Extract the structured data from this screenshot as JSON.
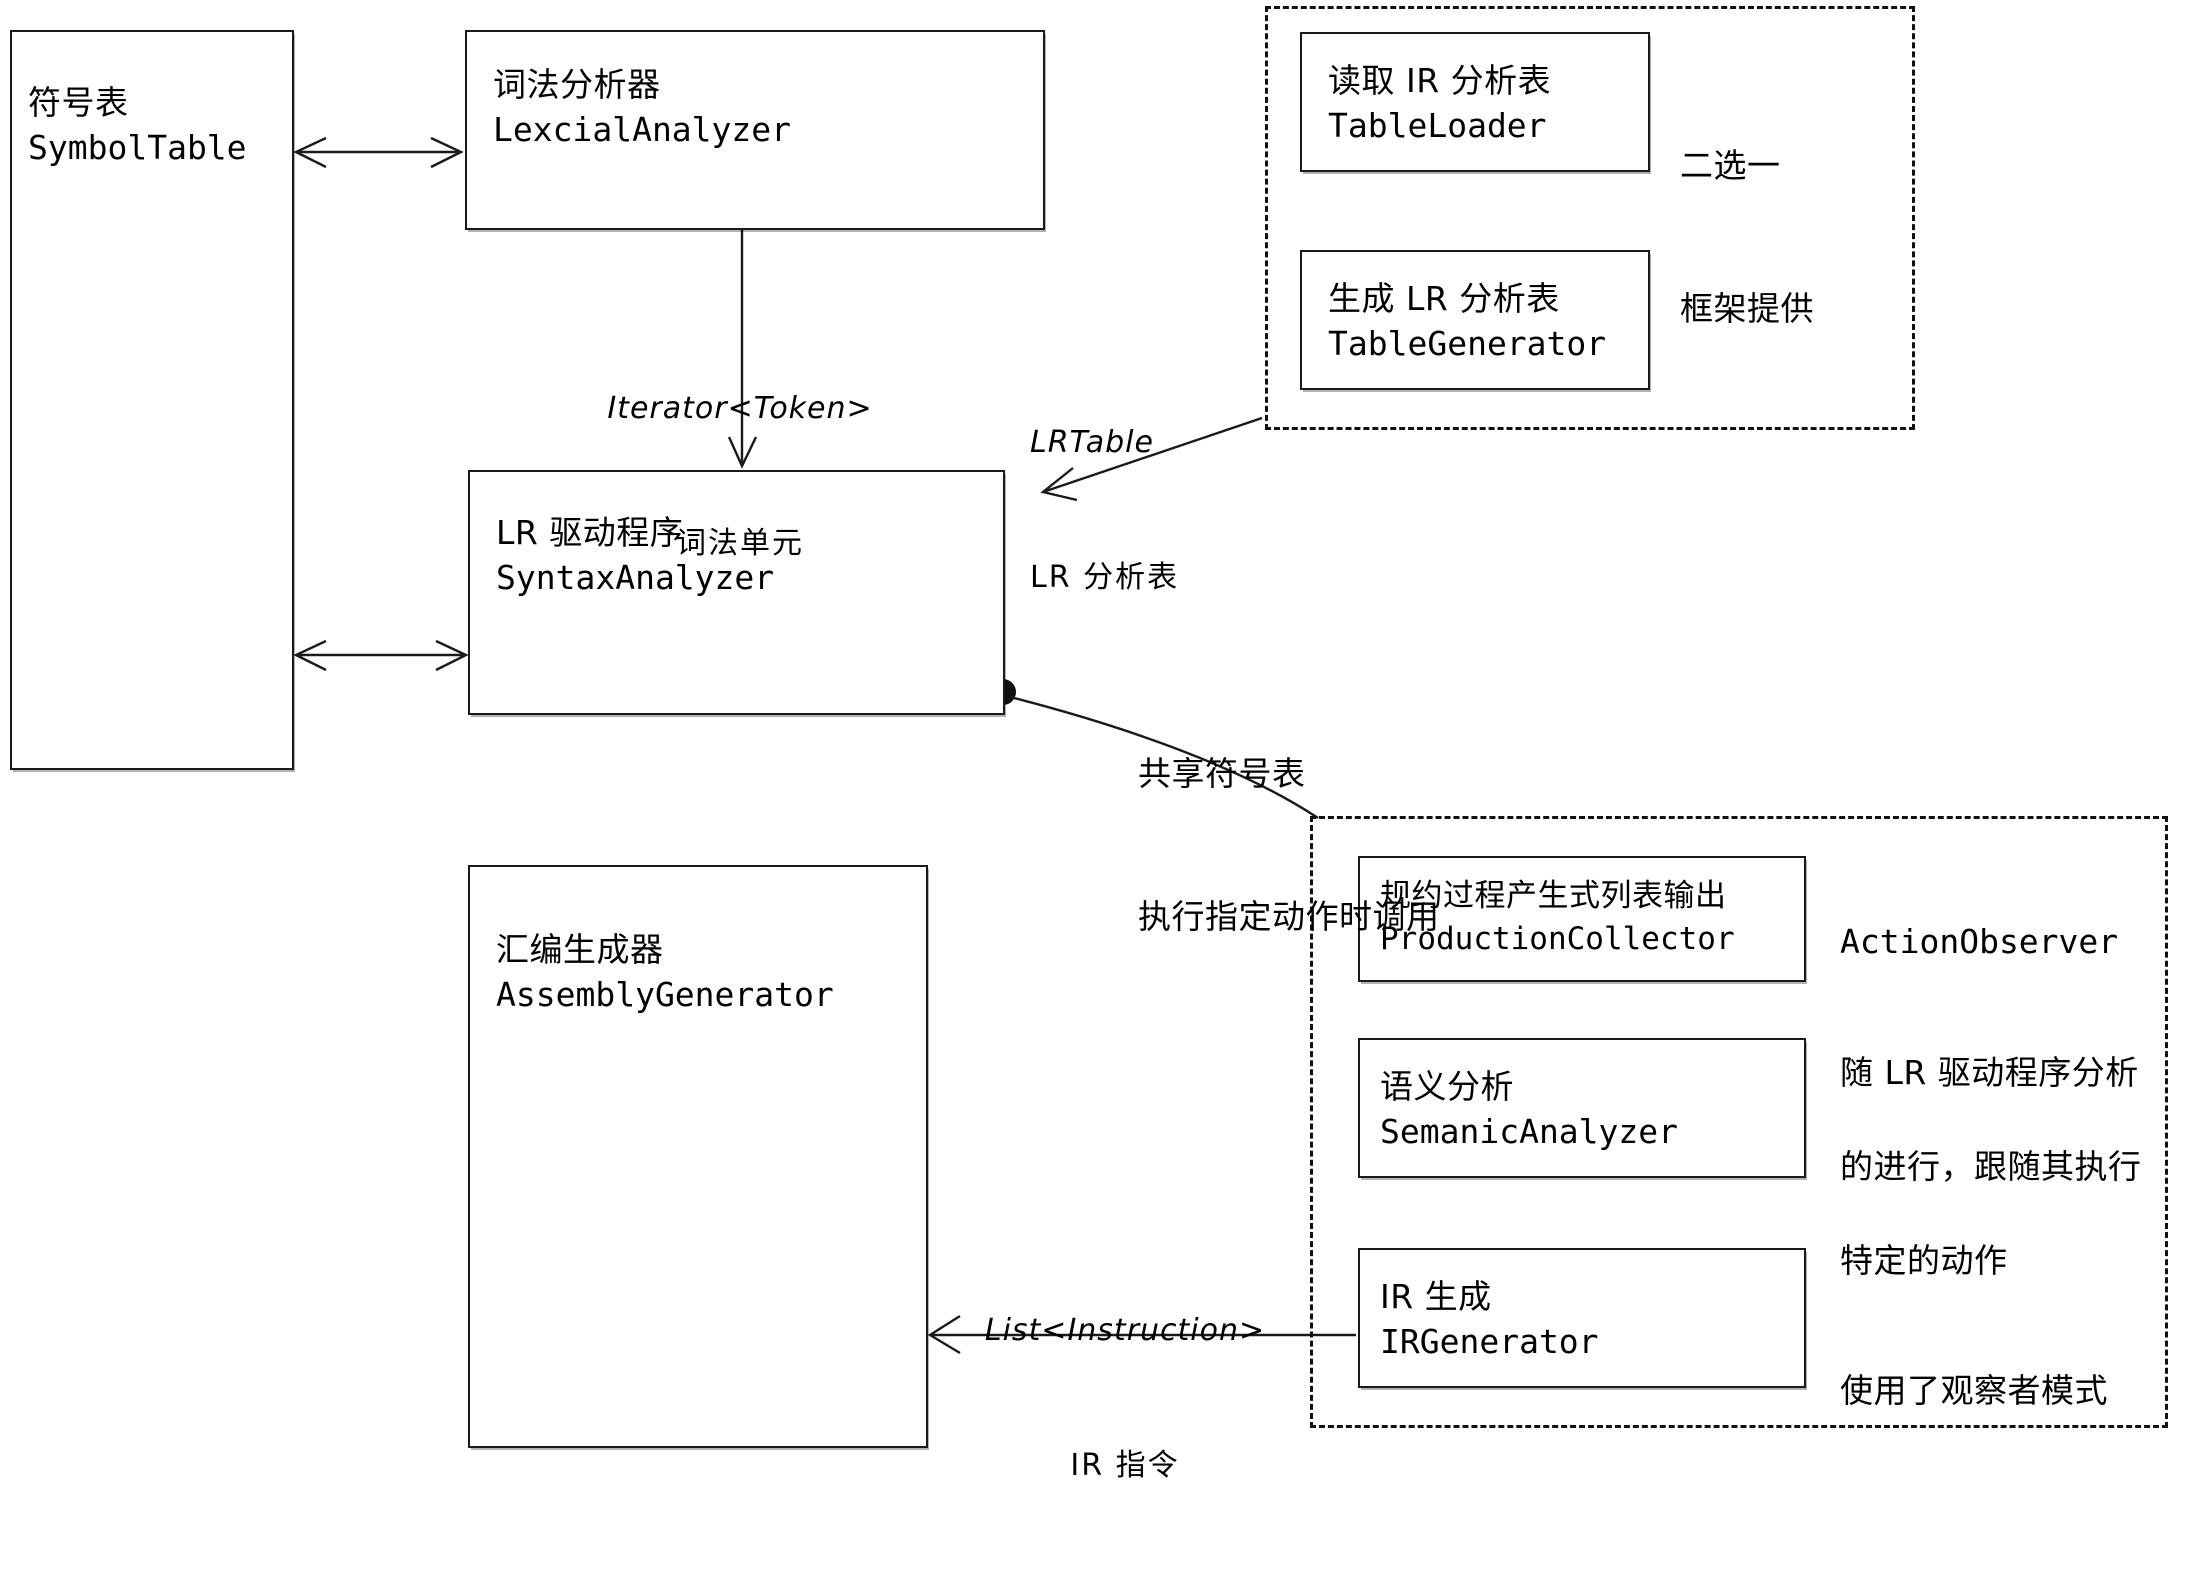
{
  "diagram": {
    "title": "Compiler pipeline architecture",
    "stroke_color": "#1a1a1a",
    "background": "#ffffff"
  },
  "boxes": {
    "symbol_table": {
      "zh": "符号表",
      "en": "SymbolTable"
    },
    "lexical_analyzer": {
      "zh": "词法分析器",
      "en": "LexcialAnalyzer"
    },
    "syntax_analyzer": {
      "zh": "LR 驱动程序",
      "en": "SyntaxAnalyzer"
    },
    "assembly_generator": {
      "zh": "汇编生成器",
      "en": "AssemblyGenerator"
    },
    "table_loader": {
      "zh": "读取 IR 分析表",
      "en": "TableLoader"
    },
    "table_generator": {
      "zh": "生成 LR 分析表",
      "en": "TableGenerator"
    },
    "production_collector": {
      "zh": "规约过程产生式列表输出",
      "en": "ProductionCollector"
    },
    "semantic_analyzer": {
      "zh": "语义分析",
      "en": "SemanicAnalyzer"
    },
    "ir_generator": {
      "zh": "IR 生成",
      "en": "IRGenerator"
    }
  },
  "groups": {
    "table_group": {
      "note_line1": "二选一",
      "note_line2": "框架提供"
    },
    "observer_group": {
      "title": "ActionObserver",
      "desc_line1": "随 LR 驱动程序分析",
      "desc_line2": "的进行，跟随其执行",
      "desc_line3": "特定的动作",
      "desc_line4": "使用了观察者模式"
    }
  },
  "edge_labels": {
    "token_stream": {
      "en": "Iterator<Token>",
      "zh": "词法单元"
    },
    "lr_table": {
      "en": "LRTable",
      "zh": "LR 分析表"
    },
    "instruction_ir": {
      "en": "List<Instruction>",
      "zh": "IR 指令"
    },
    "shared_symbol": {
      "zh1": "共享符号表",
      "zh2": "执行指定动作时调用"
    }
  }
}
